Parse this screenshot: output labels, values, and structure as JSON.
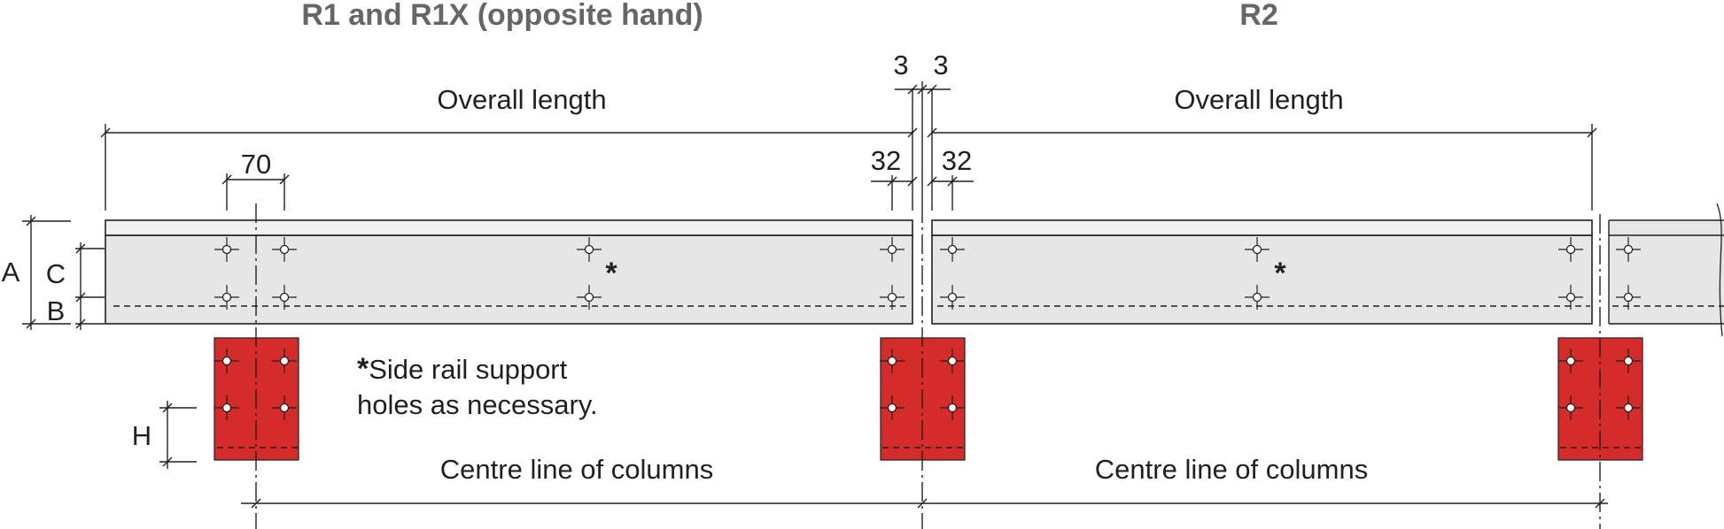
{
  "titles": {
    "left": "R1 and R1X (opposite hand)",
    "right": "R2"
  },
  "dimensions": {
    "overall_length": "Overall length",
    "gap_left": "3",
    "gap_right": "3",
    "end_offset_left": "32",
    "end_offset_right": "32",
    "hole_pitch": "70",
    "centre_line": "Centre line of columns"
  },
  "depth_labels": {
    "a": "A",
    "b": "B",
    "c": "C",
    "h": "H"
  },
  "note": {
    "star": "*",
    "line1": "Side rail support",
    "line2": "holes as necessary."
  },
  "colors": {
    "plate": "#d52b2b",
    "rail": "#e6e6e7",
    "title": "#666666"
  }
}
